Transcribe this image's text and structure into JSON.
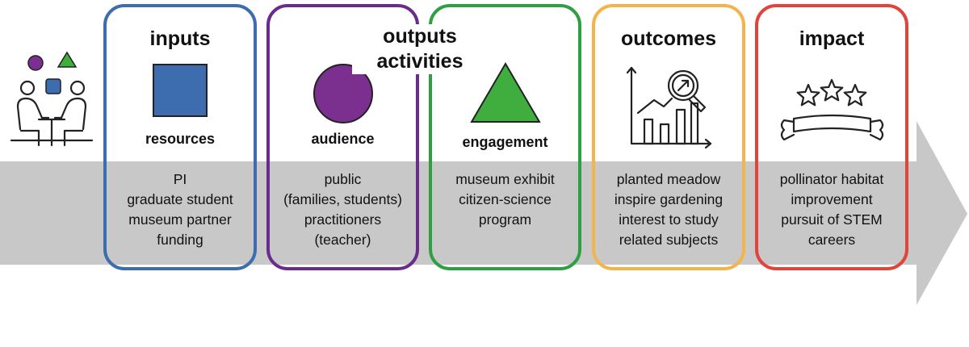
{
  "colors": {
    "arrow": "#c8c8c8",
    "inputs": "#3d6daf",
    "outputs_audience": "#6a2c8c",
    "outputs_engagement": "#2ea043",
    "outcomes": "#f2b44b",
    "impact": "#e0443a",
    "square_fill": "#3d6daf",
    "circle_fill": "#7b2f8e",
    "triangle_fill": "#3fae3f"
  },
  "stages": {
    "inputs": {
      "heading": "inputs",
      "subheading": "resources",
      "icon": "blue-square-icon",
      "items": [
        "PI",
        "graduate student",
        "museum partner",
        "funding"
      ]
    },
    "audience": {
      "subheading": "audience",
      "icon": "purple-circle-icon",
      "items": [
        "public",
        "(families, students)",
        "practitioners",
        "(teacher)"
      ]
    },
    "engagement": {
      "subheading": "engagement",
      "icon": "green-triangle-icon",
      "items": [
        "museum exhibit",
        "citizen-science",
        "program"
      ]
    },
    "outputs_heading": [
      "outputs",
      "activities"
    ],
    "outcomes": {
      "heading": "outcomes",
      "icon": "chart-magnifier-icon",
      "items": [
        "planted meadow",
        "inspire gardening",
        "interest to study",
        "related subjects"
      ]
    },
    "impact": {
      "heading": "impact",
      "icon": "stars-banner-icon",
      "items": [
        "pollinator habitat",
        "improvement",
        "pursuit of STEM",
        "careers"
      ]
    }
  },
  "legend_icon": "people-at-table-icon"
}
